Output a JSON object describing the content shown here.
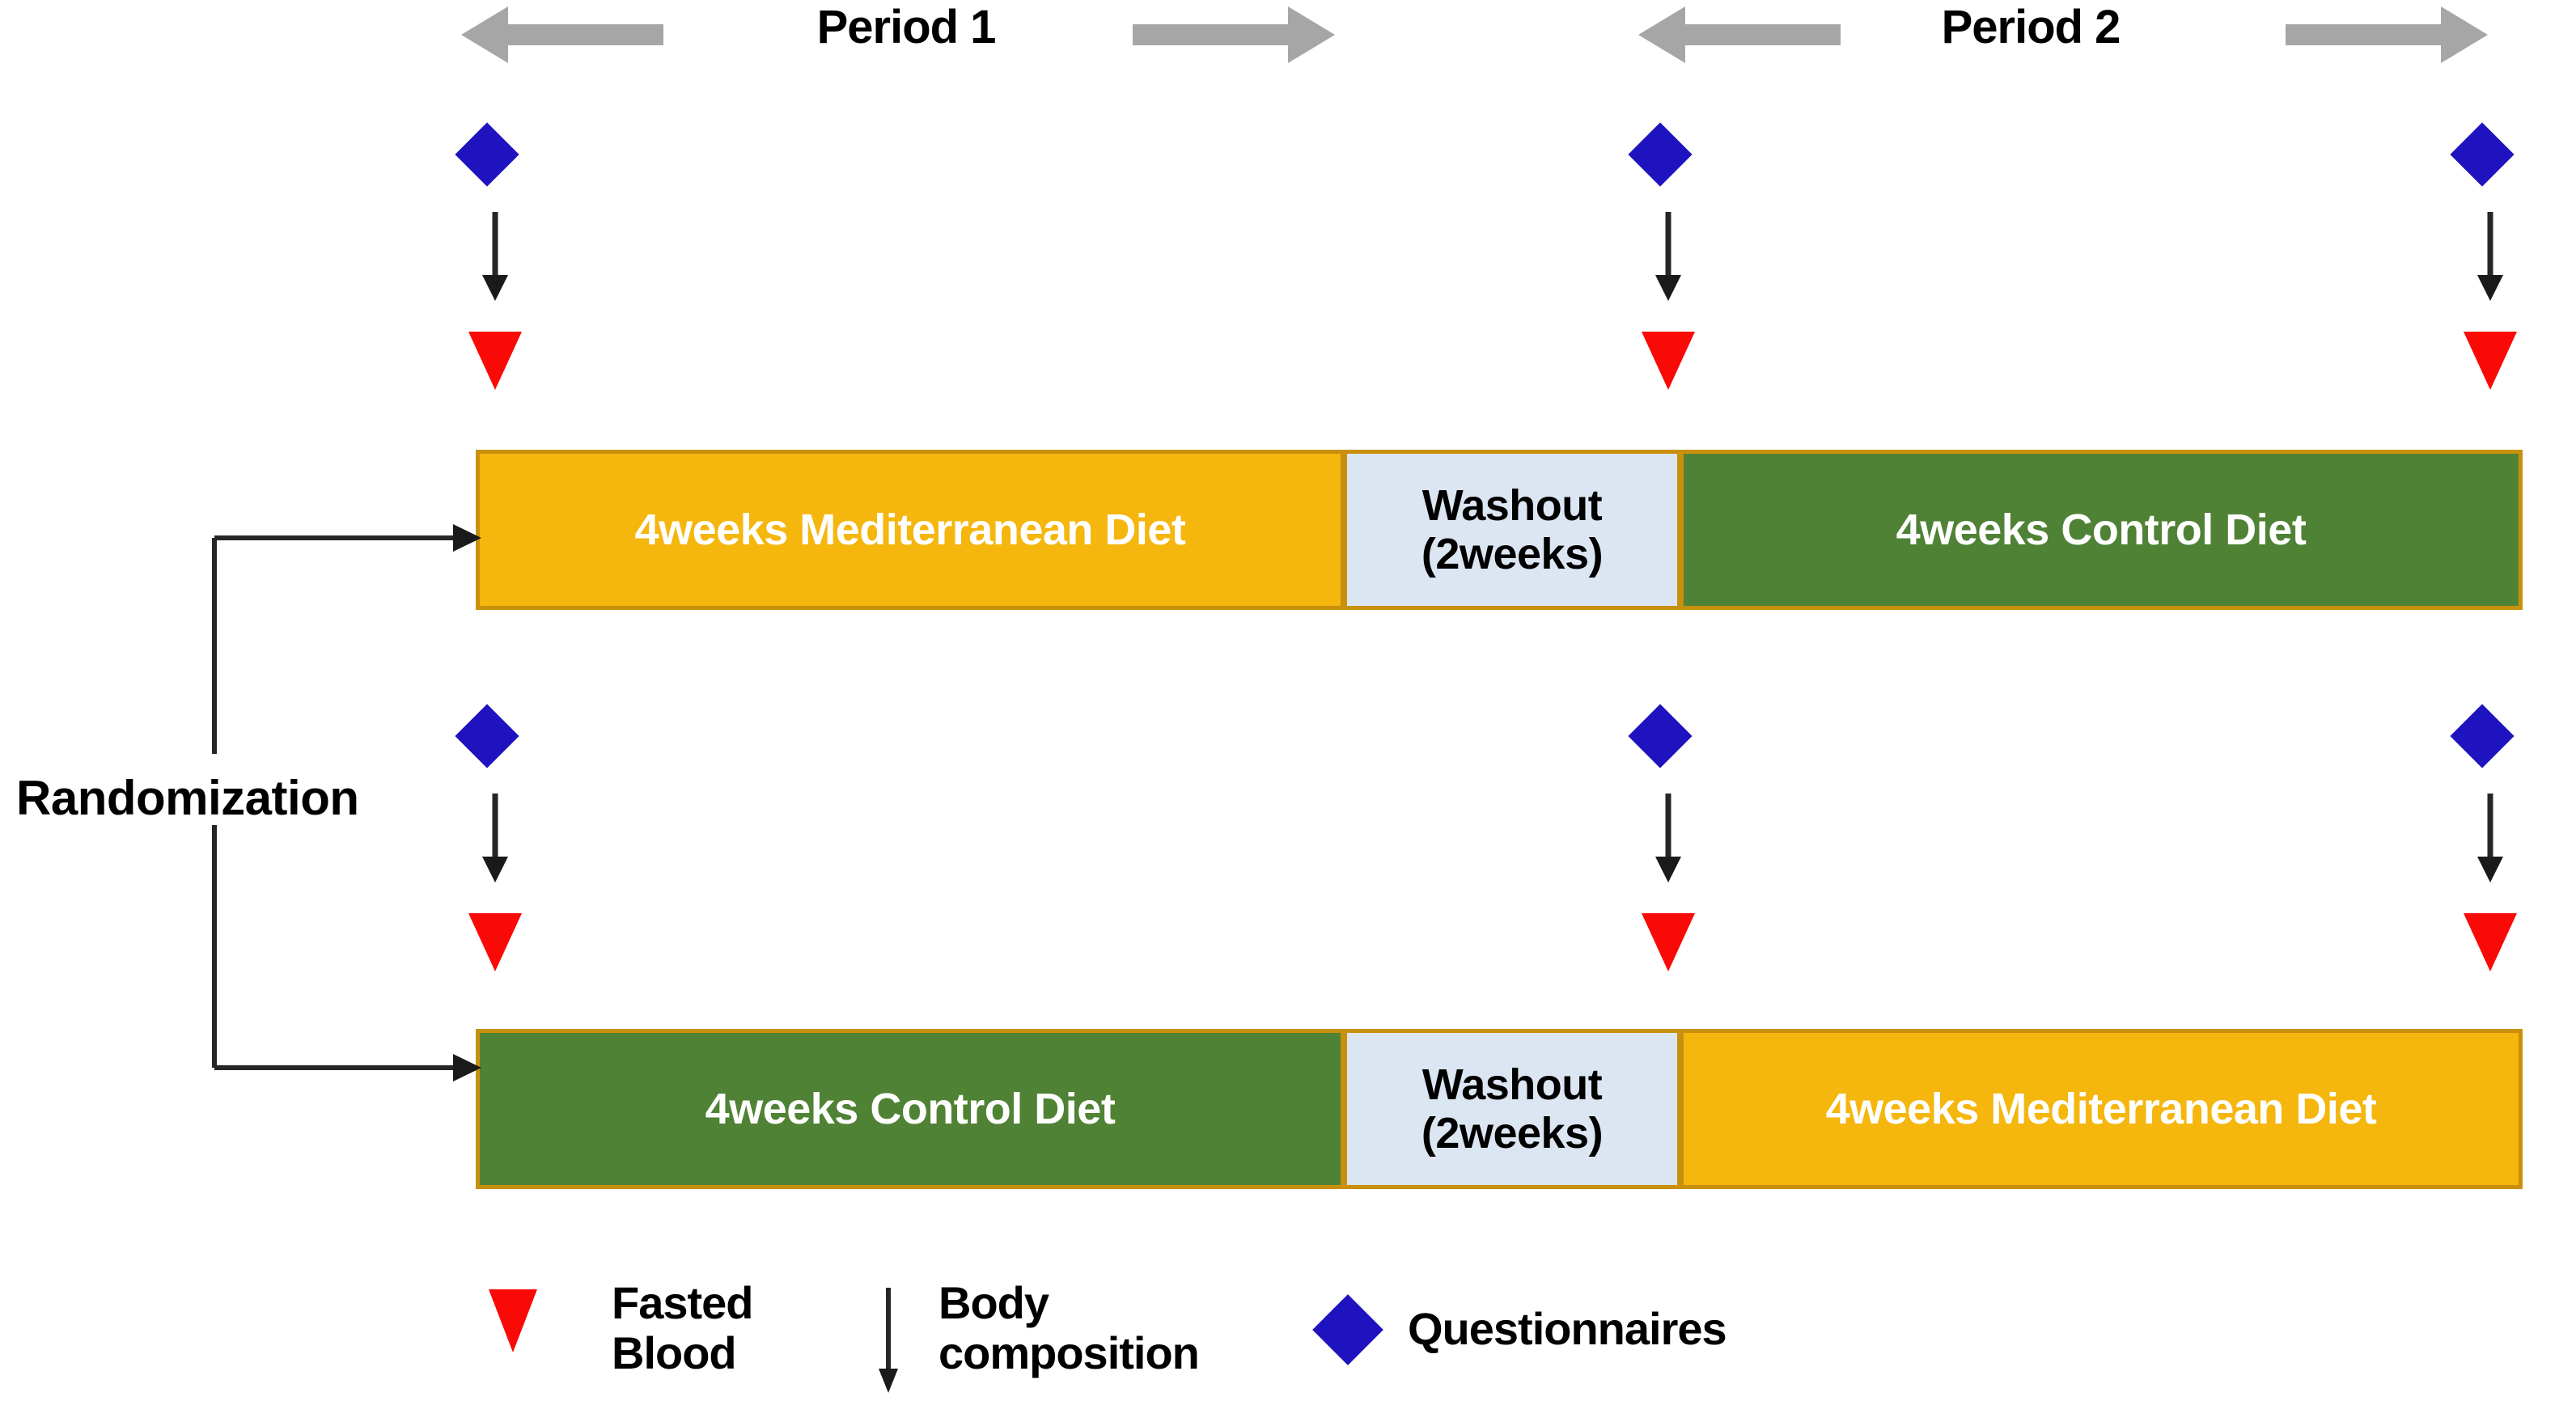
{
  "figure": {
    "type": "randomized-crossover-trial-design-diagram",
    "background": "#ffffff"
  },
  "colors": {
    "mediterranean_diet": "#F5B60D",
    "control_diet": "#4F8234",
    "washout": "#DCE6F2",
    "bar_border": "#C8900C",
    "period_arrow": "#A6A6A6",
    "questionnaire_marker": "#1F13BF",
    "blood_marker": "#FA0A06",
    "connector": "#262626",
    "text_on_bar": "#FFFFFF",
    "text_dark": "#000000"
  },
  "periods": [
    {
      "id": "period-1",
      "label": "Period 1"
    },
    {
      "id": "period-2",
      "label": "Period 2"
    }
  ],
  "randomization": {
    "label": "Randomization"
  },
  "arms": [
    {
      "id": "arm-1",
      "sequence": "Mediterranean first",
      "segments": [
        {
          "id": "arm1-seg1",
          "label": "4weeks Mediterranean Diet",
          "kind": "mediterranean",
          "duration_weeks": 4
        },
        {
          "id": "arm1-washout",
          "label_line1": "Washout",
          "label_line2": "(2weeks)",
          "kind": "washout",
          "duration_weeks": 2
        },
        {
          "id": "arm1-seg2",
          "label": "4weeks Control Diet",
          "kind": "control",
          "duration_weeks": 4
        }
      ],
      "assessment_points": [
        {
          "id": "arm1-assess-baseline",
          "position": "start-of-period-1"
        },
        {
          "id": "arm1-assess-mid",
          "position": "end-of-period-1"
        },
        {
          "id": "arm1-assess-end",
          "position": "end-of-period-2"
        }
      ]
    },
    {
      "id": "arm-2",
      "sequence": "Control first",
      "segments": [
        {
          "id": "arm2-seg1",
          "label": "4weeks Control Diet",
          "kind": "control",
          "duration_weeks": 4
        },
        {
          "id": "arm2-washout",
          "label_line1": "Washout",
          "label_line2": "(2weeks)",
          "kind": "washout",
          "duration_weeks": 2
        },
        {
          "id": "arm2-seg2",
          "label": "4weeks Mediterranean Diet",
          "kind": "mediterranean",
          "duration_weeks": 4
        }
      ],
      "assessment_points": [
        {
          "id": "arm2-assess-baseline",
          "position": "start-of-period-1"
        },
        {
          "id": "arm2-assess-mid",
          "position": "end-of-period-1"
        },
        {
          "id": "arm2-assess-end",
          "position": "end-of-period-2"
        }
      ]
    }
  ],
  "legend": {
    "items": [
      {
        "id": "legend-fasted-blood",
        "marker": "red-down-triangle",
        "line1": "Fasted",
        "line2": "Blood"
      },
      {
        "id": "legend-body-composition",
        "marker": "down-arrow",
        "line1": "Body",
        "line2": "composition"
      },
      {
        "id": "legend-questionnaires",
        "marker": "blue-diamond",
        "line1": "Questionnaires",
        "line2": ""
      }
    ]
  }
}
